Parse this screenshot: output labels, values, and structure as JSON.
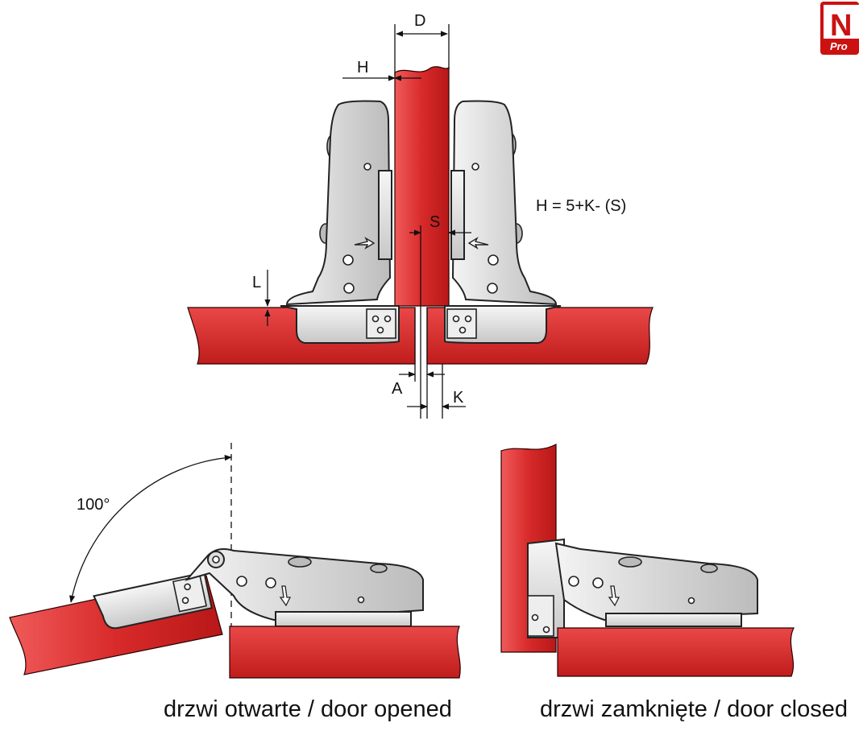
{
  "labels": {
    "D": "D",
    "H": "H",
    "S": "S",
    "L": "L",
    "A": "A",
    "K": "K",
    "formula": "H = 5+K- (S)",
    "angle": "100°"
  },
  "captions": {
    "opened": "drzwi otwarte / door opened",
    "closed": "drzwi zamknięte / door closed"
  },
  "logo": {
    "letter": "N",
    "sub": "Pro"
  },
  "colors": {
    "wood": "#d42a2a",
    "metal": "#e8e8e8",
    "logo": "#cc1111"
  }
}
